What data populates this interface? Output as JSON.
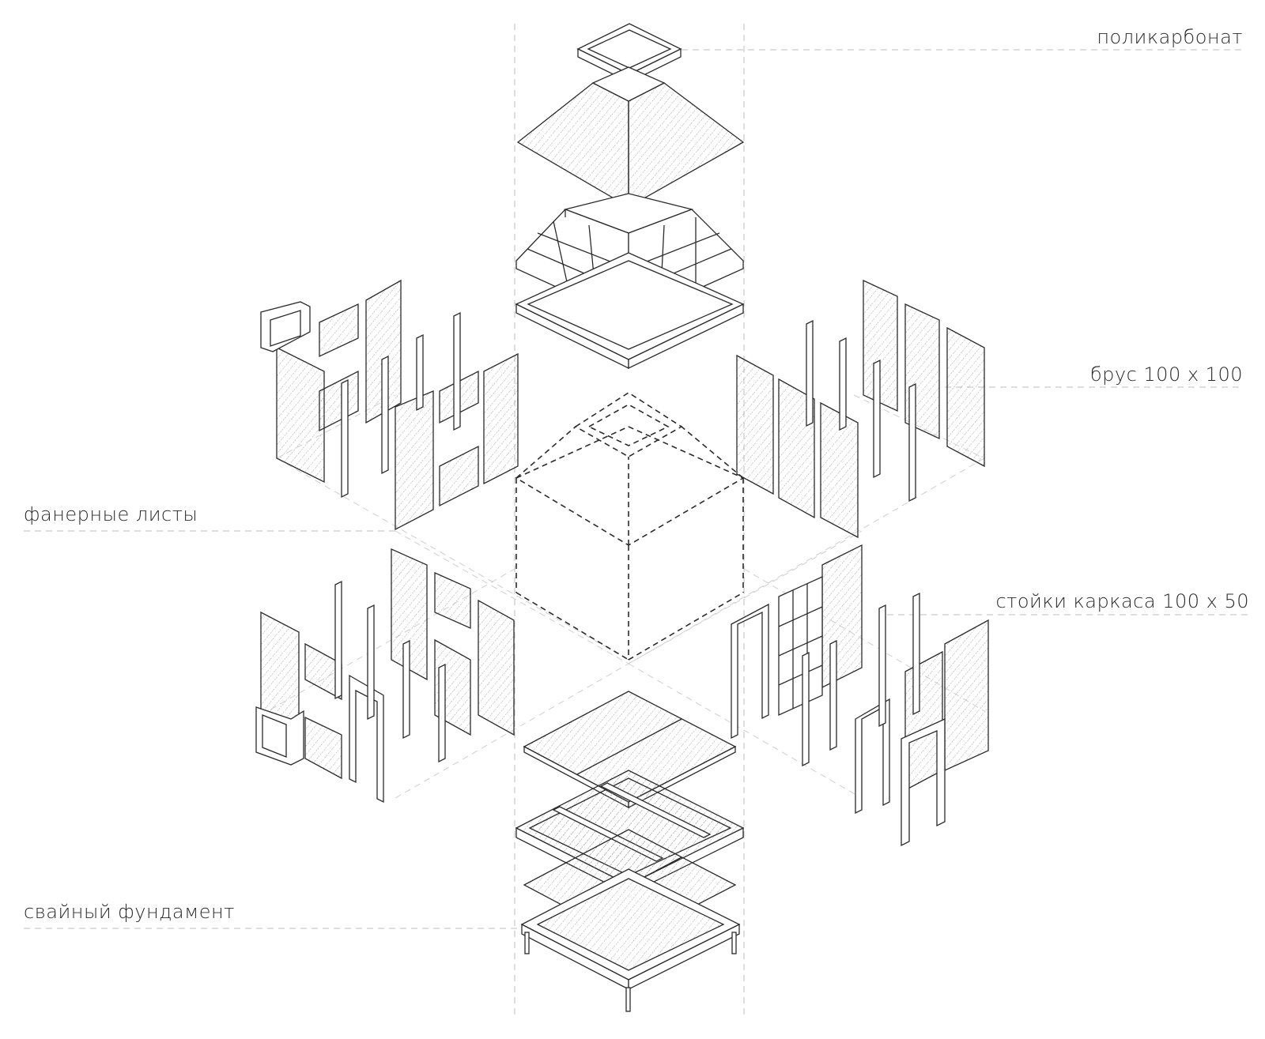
{
  "labels": {
    "polycarbonate": "поликарбонат",
    "beam": "брус 100 х 100",
    "plywood": "фанерные листы",
    "studs": "стойки каркаса 100 х 50",
    "foundation": "свайный фундамент"
  },
  "colors": {
    "ink": "#2b2b2b",
    "guide": "#bdbdbd",
    "hatch": "#9a9a9a"
  }
}
